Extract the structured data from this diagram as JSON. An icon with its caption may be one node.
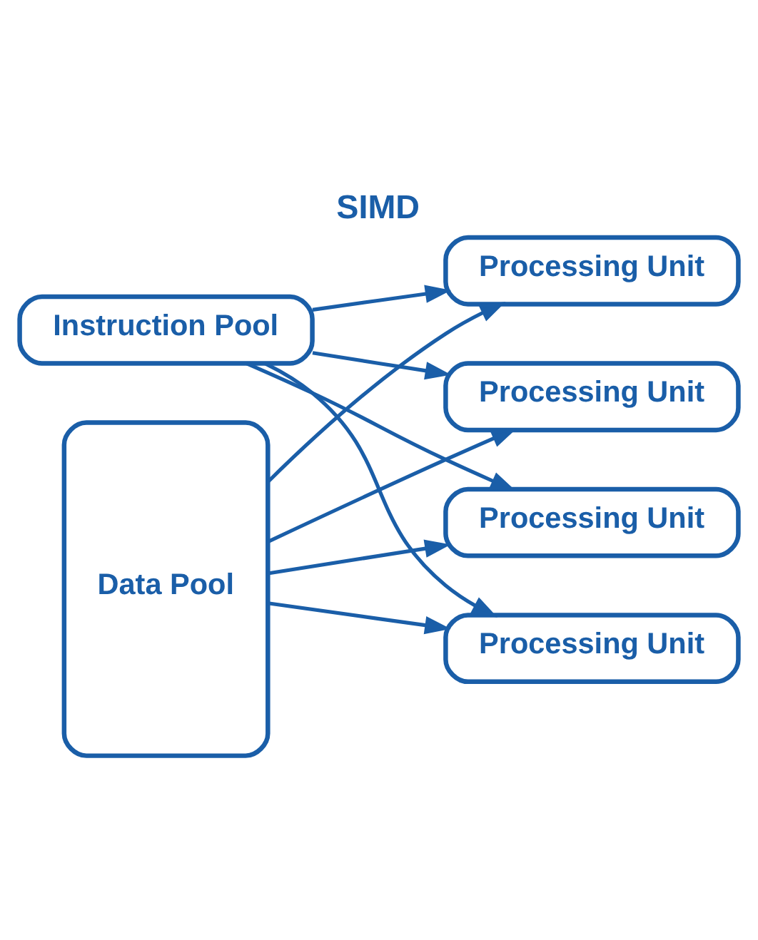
{
  "diagram": {
    "title": "SIMD",
    "nodes": [
      {
        "text": [
          "Instruction Pool"
        ]
      },
      {
        "text": [
          "Data Pool"
        ]
      },
      {
        "text": [
          "Processing Unit"
        ]
      },
      {
        "text": [
          "Processing Unit"
        ]
      },
      {
        "text": [
          "Processing Unit"
        ]
      },
      {
        "text": [
          "Processing Unit"
        ]
      }
    ],
    "edges": [
      {
        "from": 0,
        "to": 2,
        "arrow": "to"
      },
      {
        "from": 0,
        "to": 3,
        "arrow": "to"
      },
      {
        "from": 0,
        "to": 4,
        "arrow": "to"
      },
      {
        "from": 0,
        "to": 5,
        "arrow": "to"
      },
      {
        "from": 1,
        "to": 2,
        "arrow": "to"
      },
      {
        "from": 1,
        "to": 3,
        "arrow": "to"
      },
      {
        "from": 1,
        "to": 4,
        "arrow": "to"
      },
      {
        "from": 1,
        "to": 5,
        "arrow": "to"
      }
    ]
  }
}
